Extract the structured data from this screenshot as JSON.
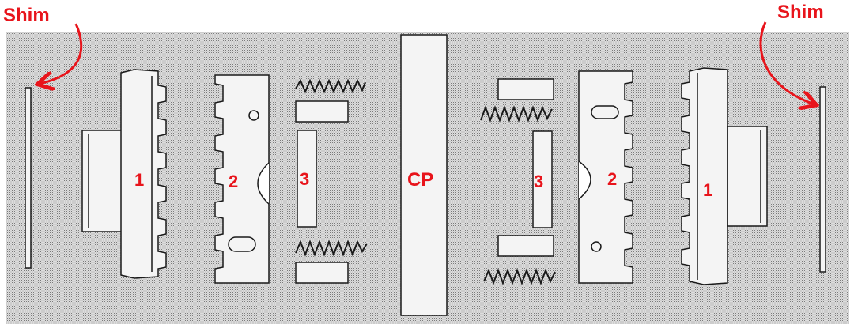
{
  "labels": {
    "shim_left": "Shim",
    "shim_right": "Shim",
    "center_part": "CP",
    "left_part_1": "1",
    "left_part_2": "2",
    "left_part_3": "3",
    "right_part_3": "3",
    "right_part_2": "2",
    "right_part_1": "1"
  },
  "colors": {
    "annotation_red": "#e8141b",
    "background_gray": "#d4d4d4",
    "part_fill": "#f4f4f4",
    "line": "#1a1a1a"
  }
}
